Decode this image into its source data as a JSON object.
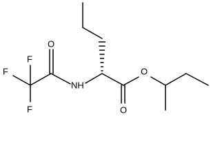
{
  "diagram": {
    "type": "chemical-structure",
    "atoms": [
      {
        "id": "F1",
        "label": "F"
      },
      {
        "id": "F2",
        "label": "F"
      },
      {
        "id": "F3",
        "label": "F"
      },
      {
        "id": "O1",
        "label": "O"
      },
      {
        "id": "NH",
        "label": "NH"
      },
      {
        "id": "O2",
        "label": "O"
      },
      {
        "id": "O3",
        "label": "O"
      }
    ],
    "colors": {
      "bond": "#000000",
      "label": "#000000",
      "background": "#ffffff"
    }
  }
}
